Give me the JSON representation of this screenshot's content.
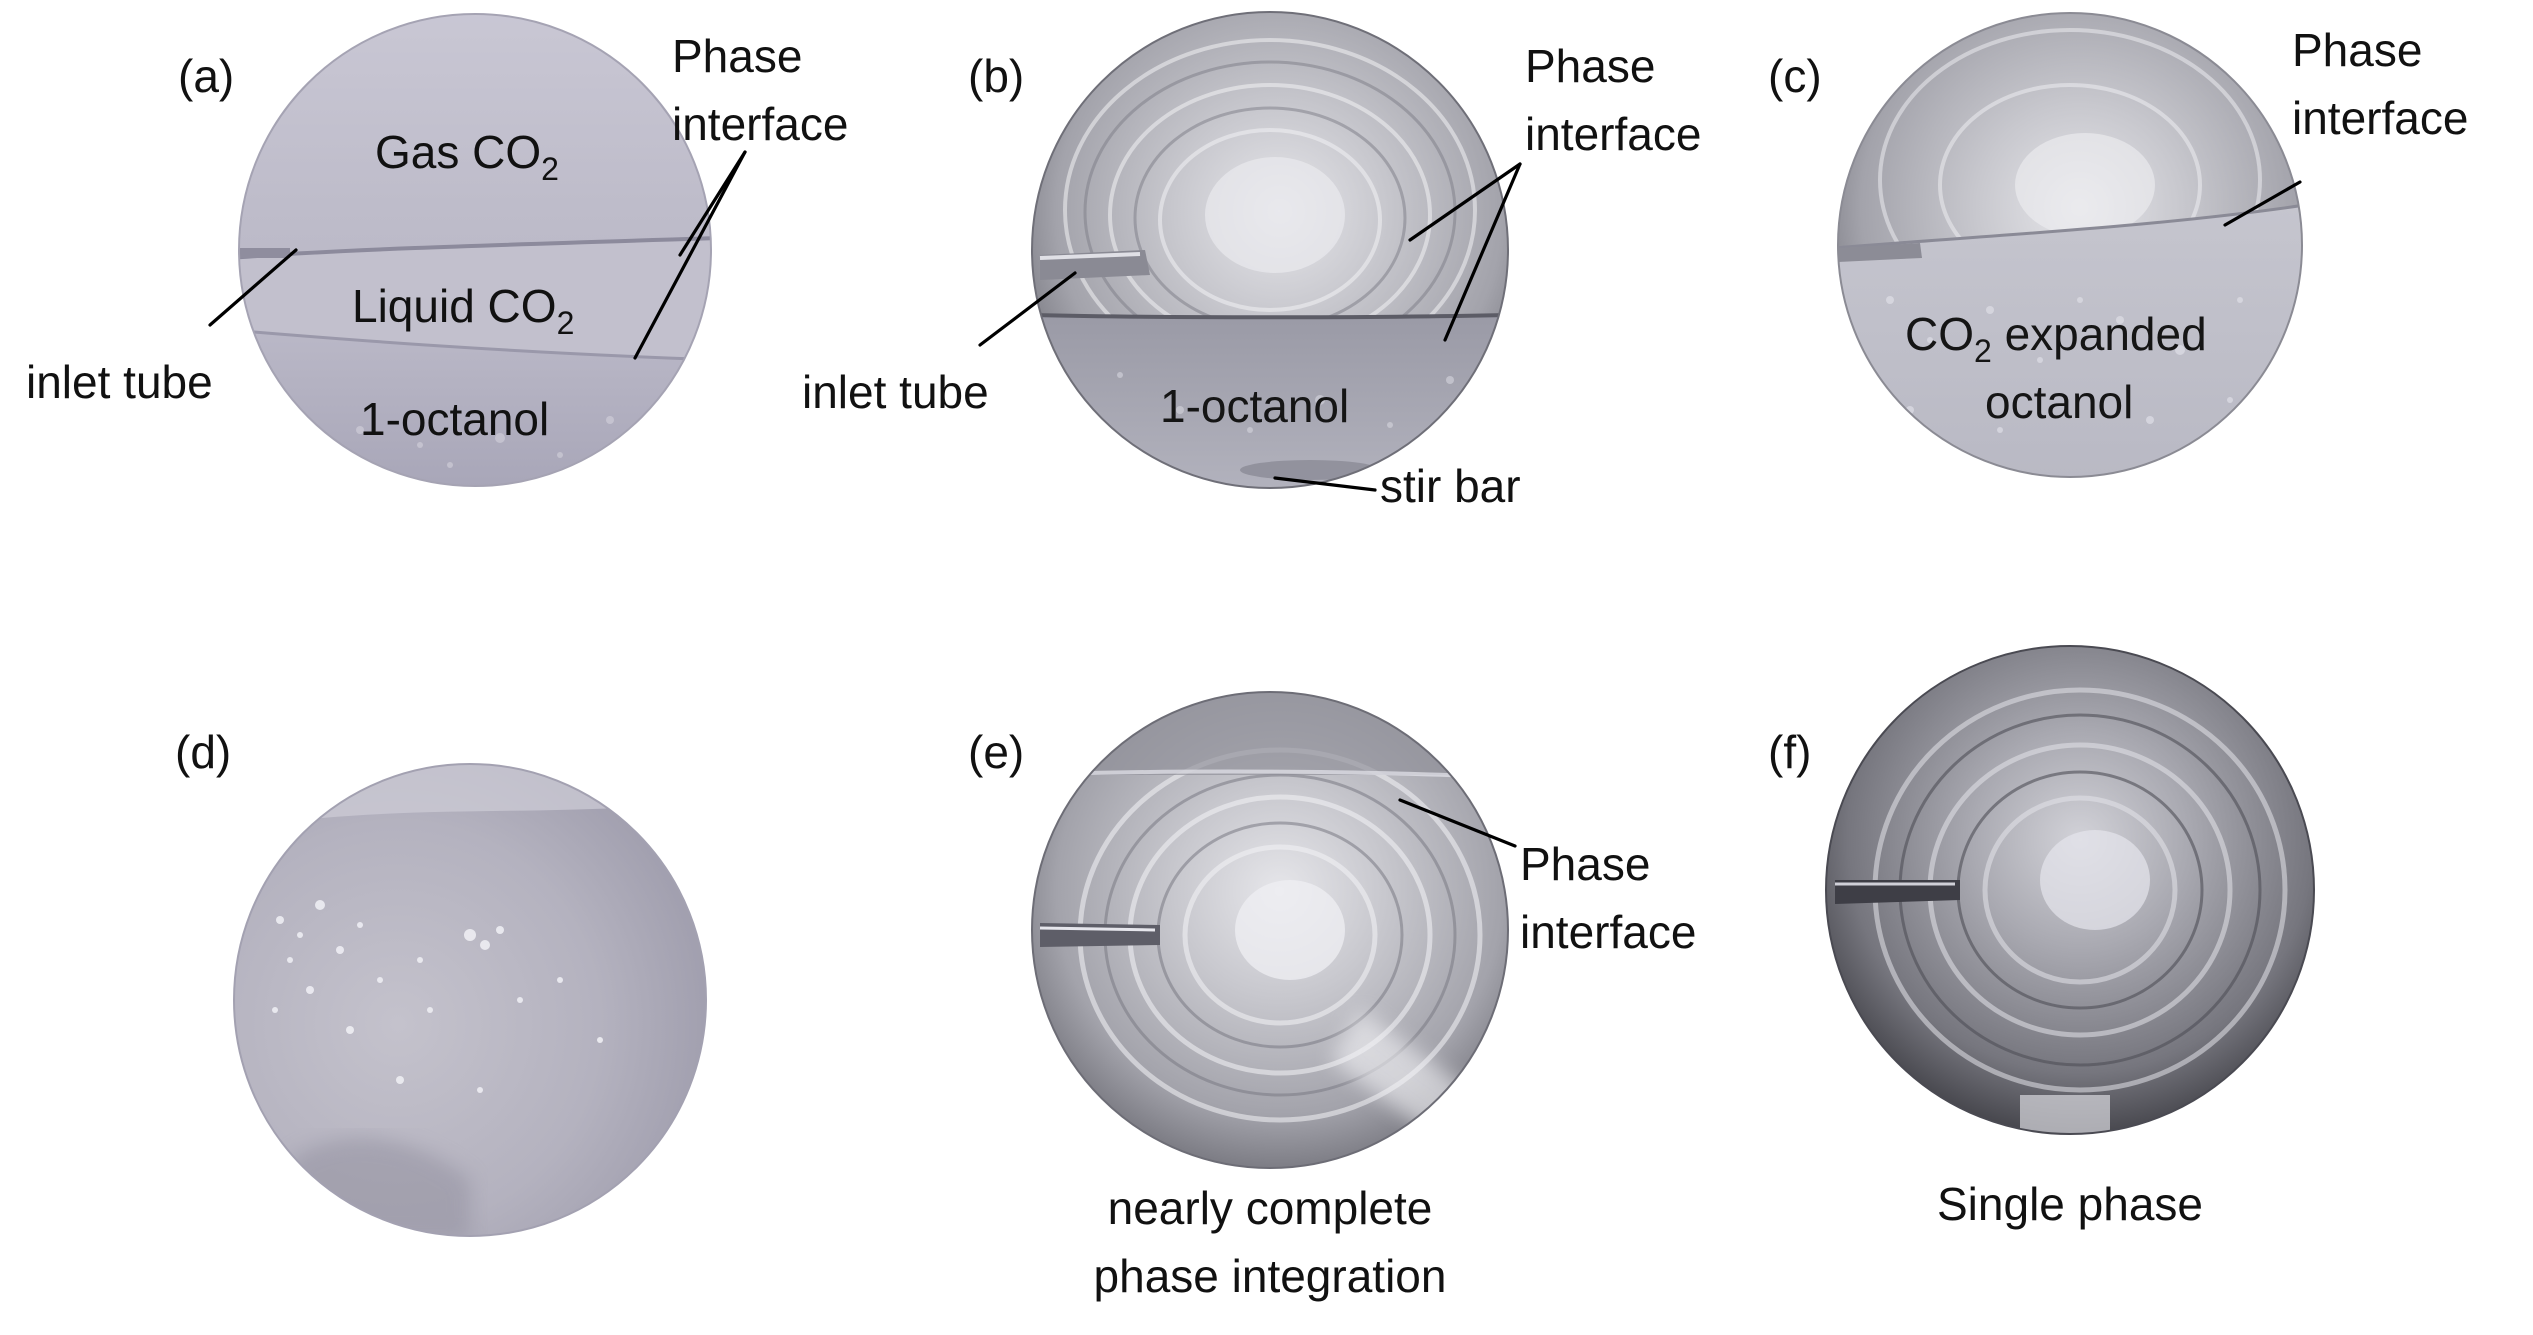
{
  "figure": {
    "panels": [
      {
        "id": "a",
        "letter": "(a)",
        "labels": {
          "gas": "Gas CO",
          "gas_sub": "2",
          "liquid": "Liquid CO",
          "liquid_sub": "2",
          "octanol": "1-octanol",
          "inlet": "inlet tube",
          "interface_line1": "Phase",
          "interface_line2": "interface"
        }
      },
      {
        "id": "b",
        "letter": "(b)",
        "labels": {
          "octanol": "1-octanol",
          "inlet": "inlet tube",
          "stir": "stir bar",
          "interface_line1": "Phase",
          "interface_line2": "interface"
        }
      },
      {
        "id": "c",
        "letter": "(c)",
        "labels": {
          "expanded_prefix": "CO",
          "expanded_sub": "2",
          "expanded_rest": " expanded",
          "expanded_line2": "octanol",
          "interface_line1": "Phase",
          "interface_line2": "interface"
        }
      },
      {
        "id": "d",
        "letter": "(d)",
        "labels": {}
      },
      {
        "id": "e",
        "letter": "(e)",
        "labels": {
          "interface_line1": "Phase",
          "interface_line2": "interface",
          "caption_line1": "nearly complete",
          "caption_line2": "phase integration"
        }
      },
      {
        "id": "f",
        "letter": "(f)",
        "labels": {
          "caption": "Single phase"
        }
      }
    ]
  }
}
